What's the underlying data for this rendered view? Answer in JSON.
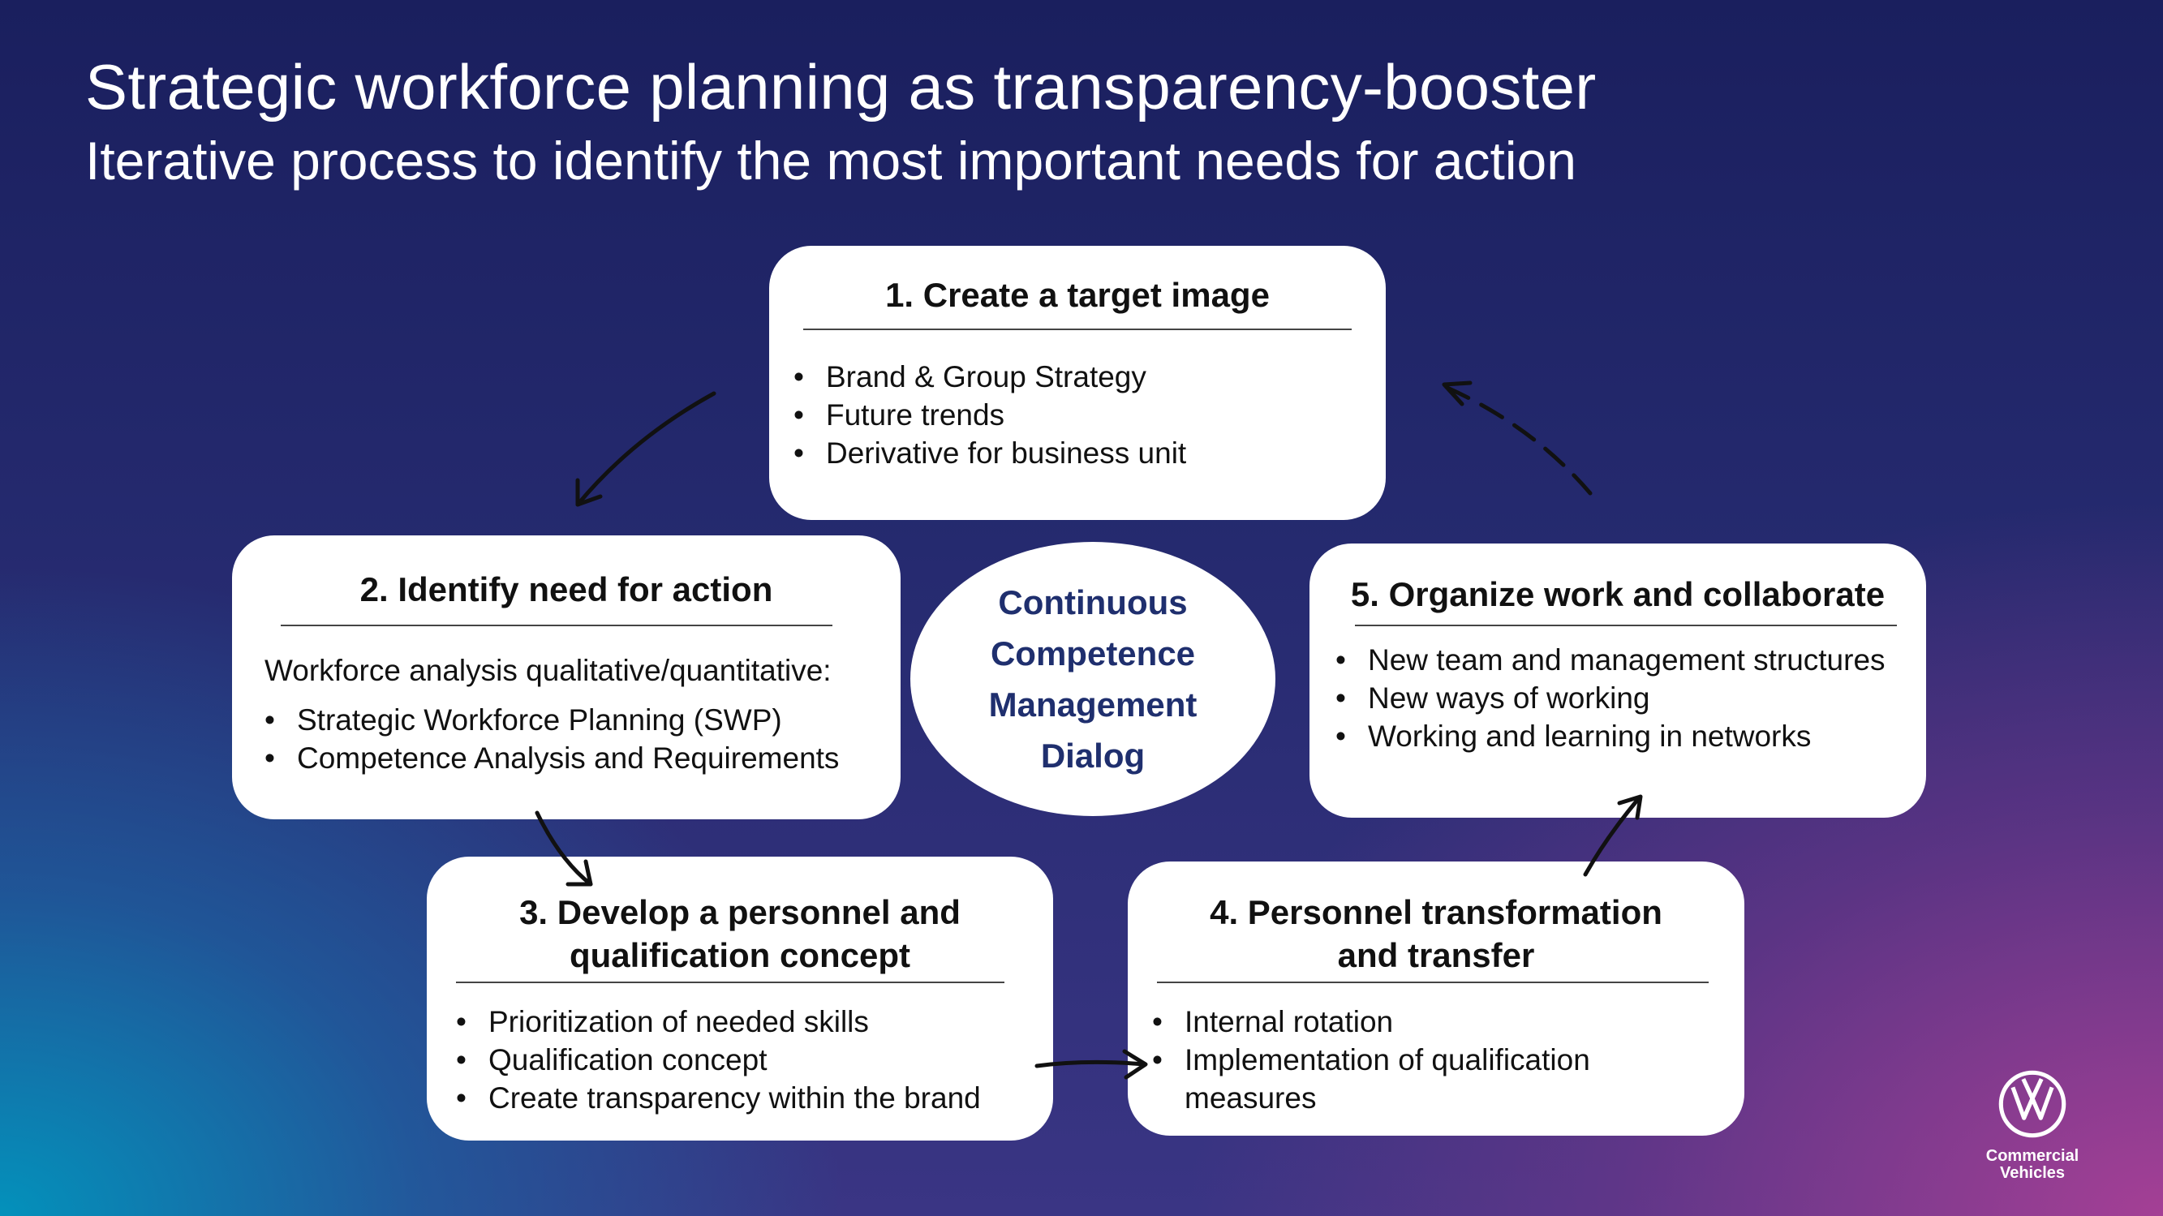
{
  "header": {
    "title": "Strategic workforce planning as transparency-booster",
    "subtitle": "Iterative process to identify the most important needs for action"
  },
  "steps": [
    {
      "title": "1. Create a target image",
      "bullets": [
        "Brand & Group Strategy",
        "Future trends",
        "Derivative for business unit"
      ]
    },
    {
      "title": "2. Identify need for action",
      "intro": "Workforce analysis qualitative/quantitative:",
      "bullets": [
        "Strategic Workforce Planning (SWP)",
        "Competence Analysis and Requirements"
      ]
    },
    {
      "title_lines": [
        "3. Develop a personnel and",
        "qualification concept"
      ],
      "bullets": [
        "Prioritization of needed skills",
        "Qualification concept",
        "Create transparency within the brand"
      ]
    },
    {
      "title_lines": [
        "4. Personnel transformation",
        "and transfer"
      ],
      "bullets": [
        "Internal rotation",
        "Implementation of qualification",
        "measures"
      ]
    },
    {
      "title": "5. Organize work and collaborate",
      "bullets": [
        "New team and management structures",
        "New ways of working",
        "Working and learning in networks"
      ]
    }
  ],
  "center": {
    "lines": [
      "Continuous",
      "Competence",
      "Management",
      "Dialog"
    ]
  },
  "brand": {
    "logo_icon": "vw-logo-icon",
    "line1": "Commercial",
    "line2": "Vehicles"
  },
  "colors": {
    "center_text": "#1f2f6e",
    "box_bg": "#ffffff"
  }
}
